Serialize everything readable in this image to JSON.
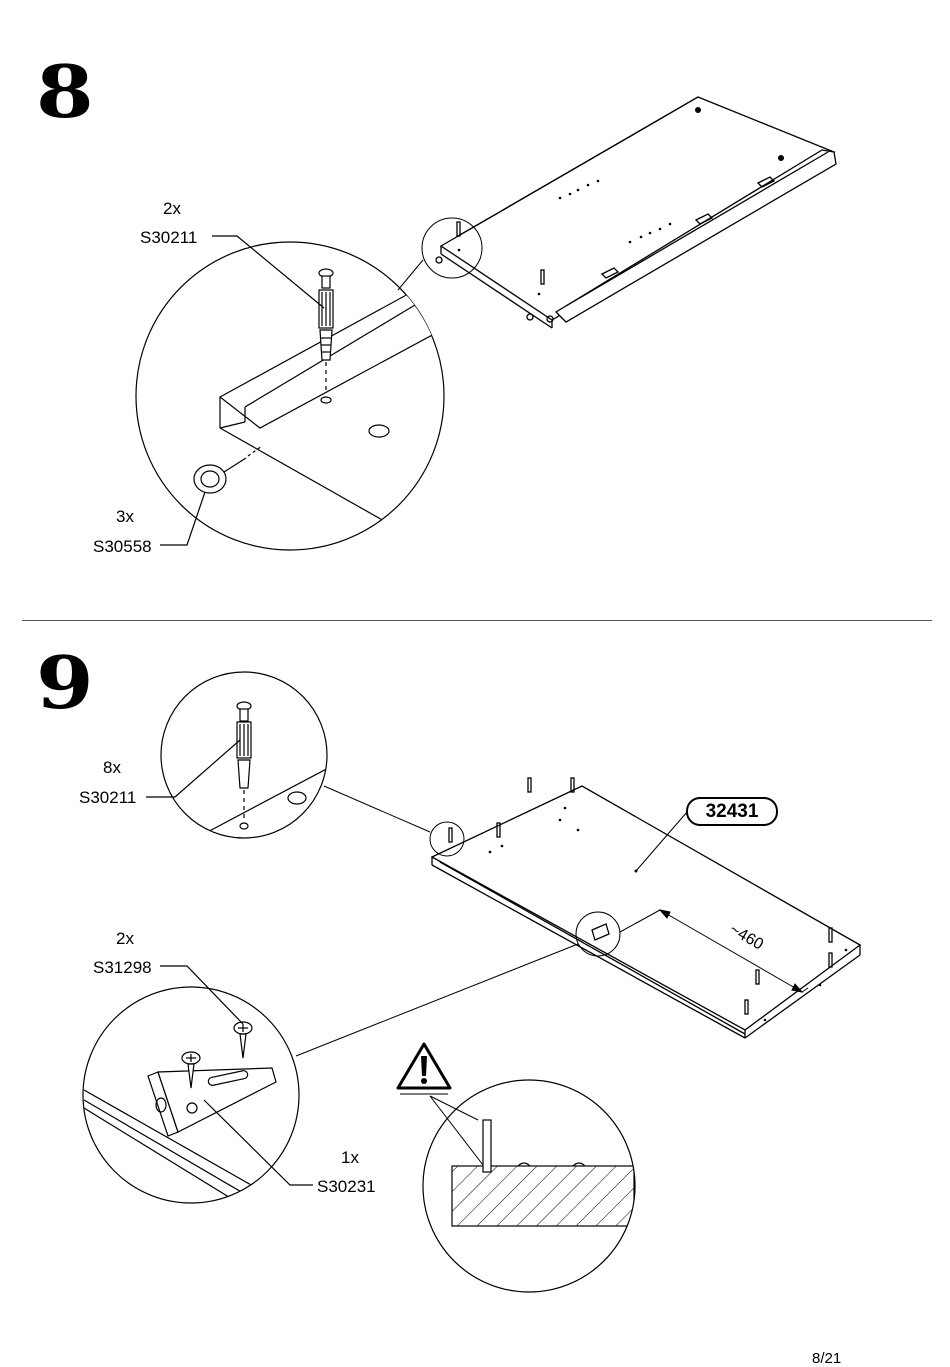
{
  "step8": {
    "number": "8",
    "dowel_qty": "2x",
    "dowel_code": "S30211",
    "glide_qty": "3x",
    "glide_code": "S30558"
  },
  "step9": {
    "number": "9",
    "dowel_qty": "8x",
    "dowel_code": "S30211",
    "panel_code": "32431",
    "dimension": "~460",
    "bracket_qty": "2x",
    "bracket_code": "S31298",
    "plate_qty": "1x",
    "plate_code": "S30231"
  },
  "footer": {
    "page": "8/21"
  },
  "icons": [
    "warning-icon",
    "dowel-icon",
    "glide-icon",
    "screw-icon",
    "bracket-icon"
  ]
}
